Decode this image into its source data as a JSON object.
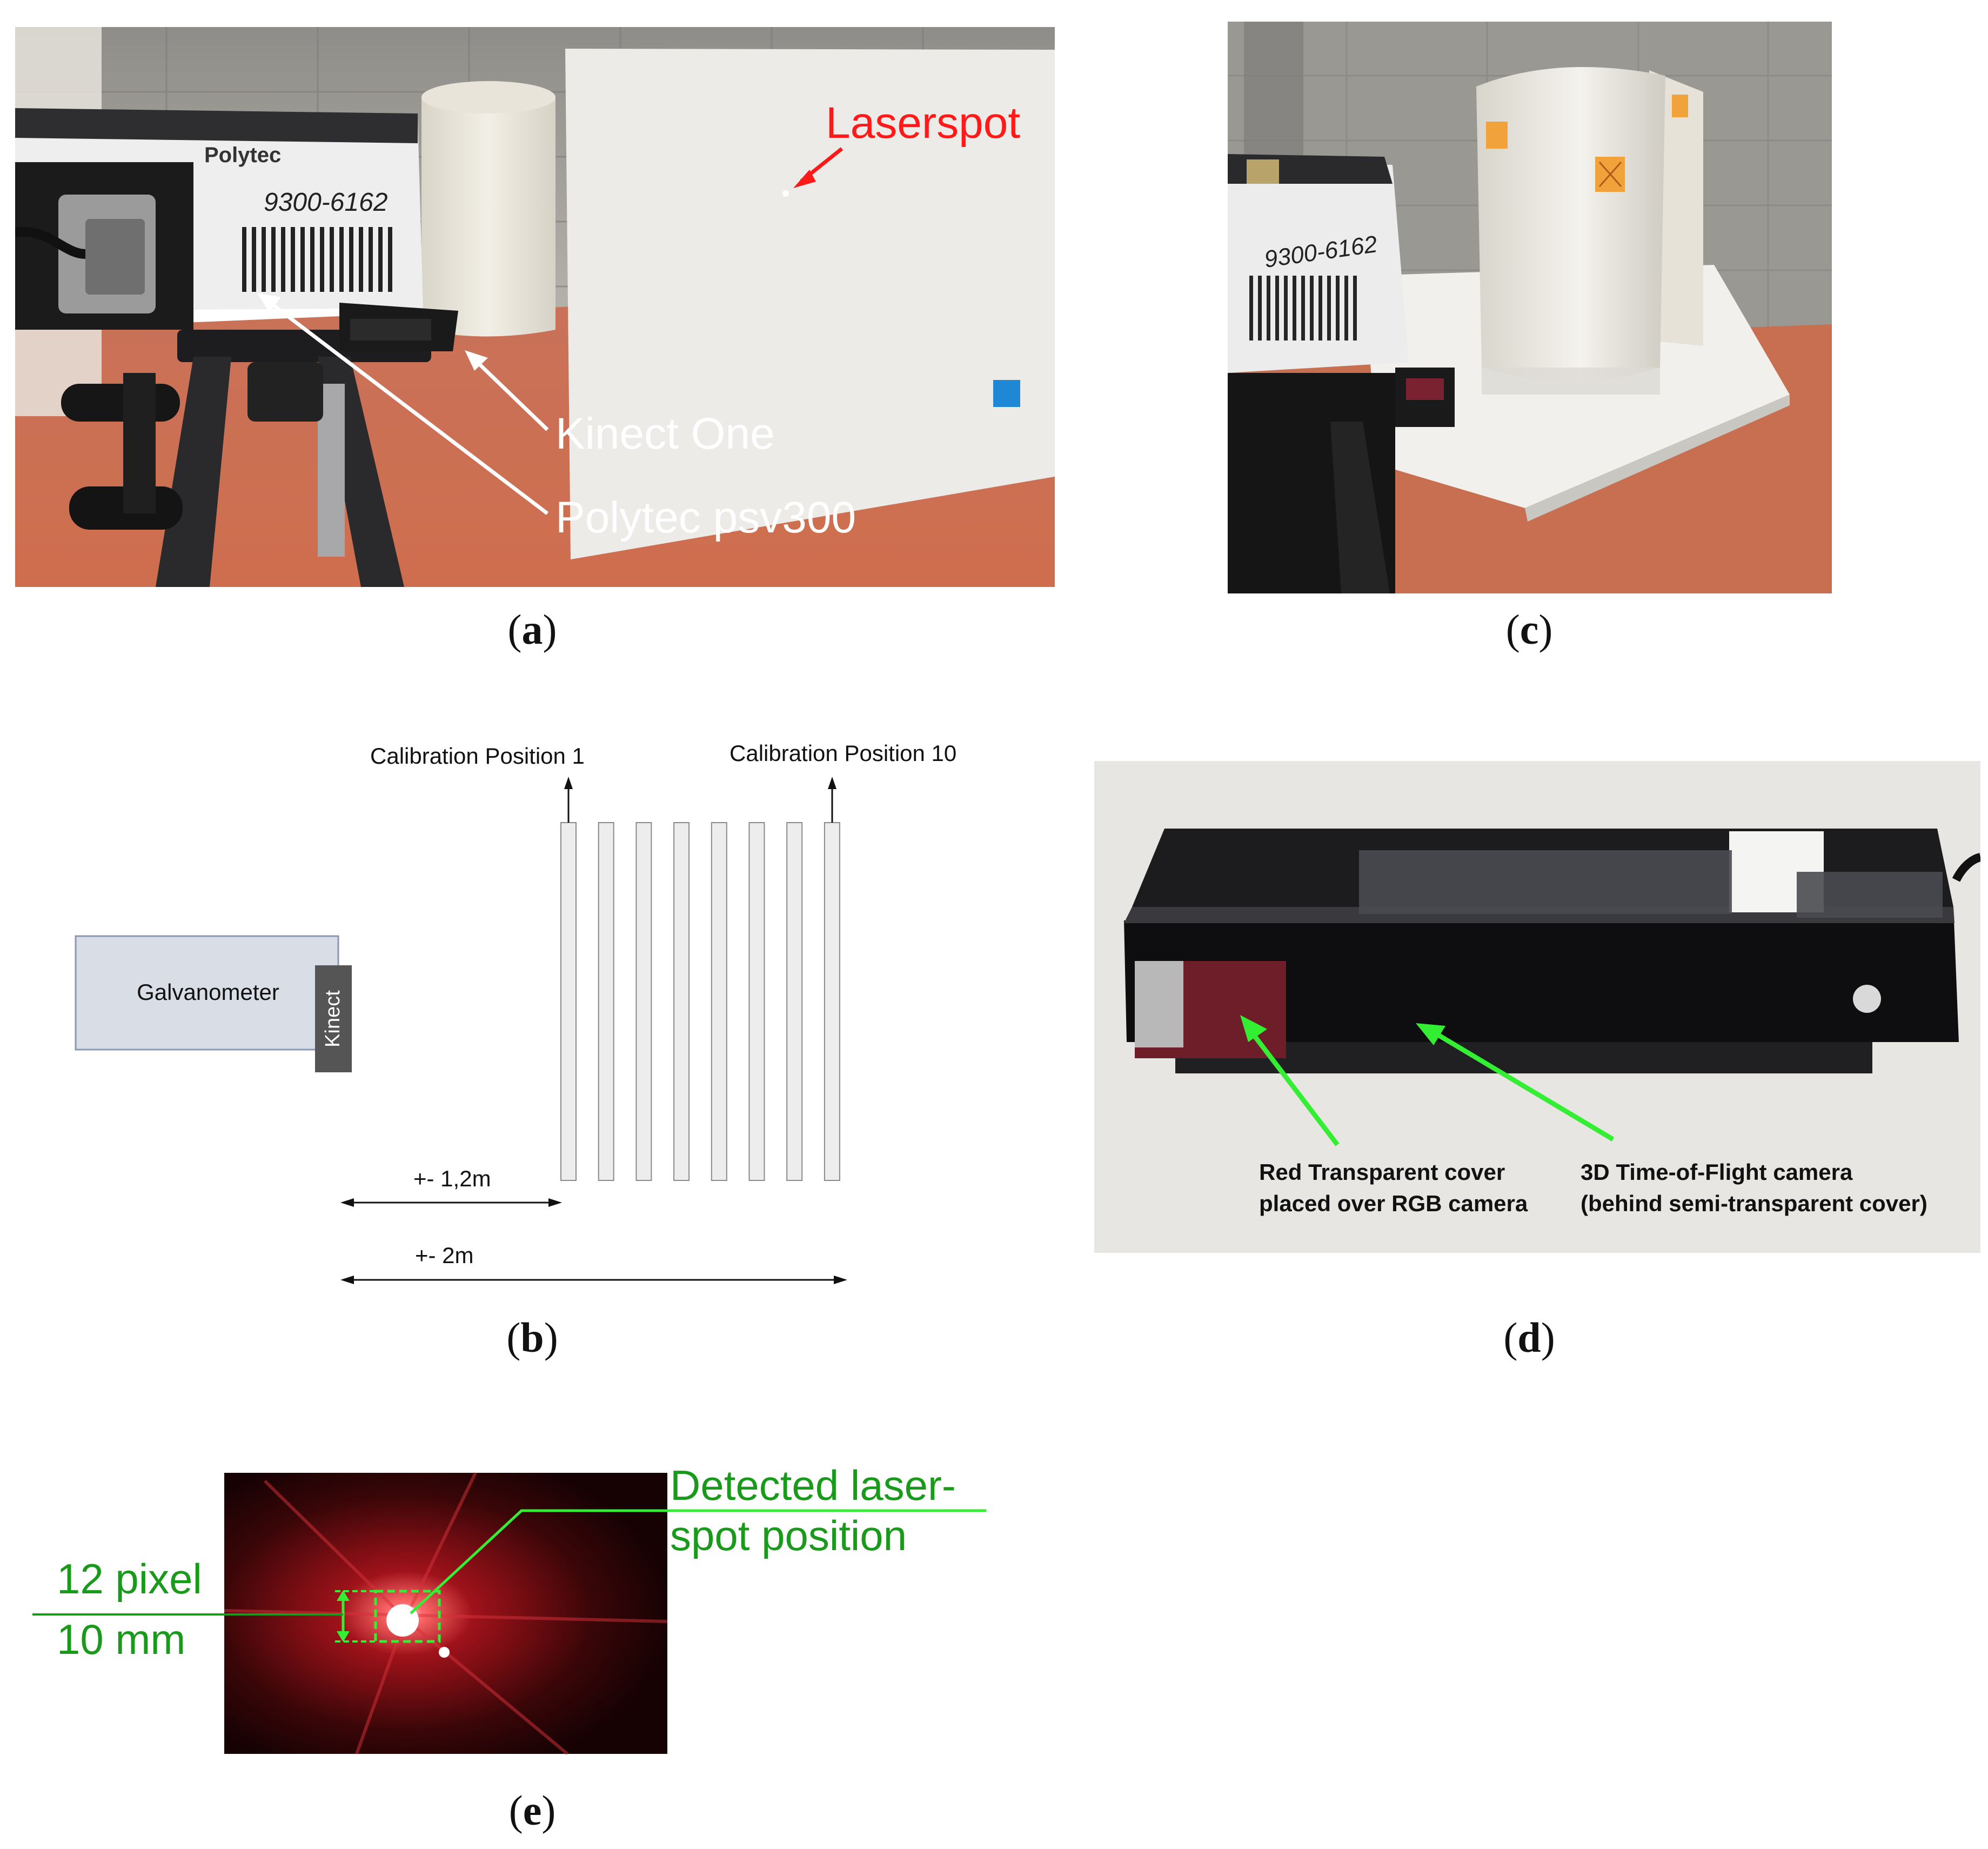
{
  "panels": {
    "a": {
      "caption_letter": "a",
      "labels": {
        "laserspot": "Laserspot",
        "kinect": "Kinect One",
        "polytec": "Polytec psv300",
        "brand": "Polytec",
        "serial": "9300-6162"
      },
      "colors": {
        "label": "#ffffff",
        "laserspot": "#ff1a1a",
        "floor": "#c96c4f"
      }
    },
    "b": {
      "caption_letter": "b",
      "labels": {
        "calib_first": "Calibration Position 1",
        "calib_last": "Calibration Position 10",
        "galvanometer": "Galvanometer",
        "kinect": "Kinect",
        "dist_short": "+- 1,2m",
        "dist_long": "+- 2m"
      },
      "board_count": 8
    },
    "c": {
      "caption_letter": "c",
      "labels": {
        "serial": "9300-6162"
      }
    },
    "d": {
      "caption_letter": "d",
      "labels": {
        "red_cover_1": "Red Transparent cover",
        "red_cover_2": "placed over RGB camera",
        "tof_1": "3D Time-of-Flight camera",
        "tof_2": "(behind semi-transparent cover)"
      },
      "colors": {
        "arrow": "#33ee33"
      }
    },
    "e": {
      "caption_letter": "e",
      "labels": {
        "detected_1": "Detected laser-",
        "detected_2": "spot position",
        "pixels": "12 pixel",
        "mm": "10 mm"
      },
      "colors": {
        "annotation": "#1a9a1a",
        "marker": "#33ee33"
      }
    }
  }
}
